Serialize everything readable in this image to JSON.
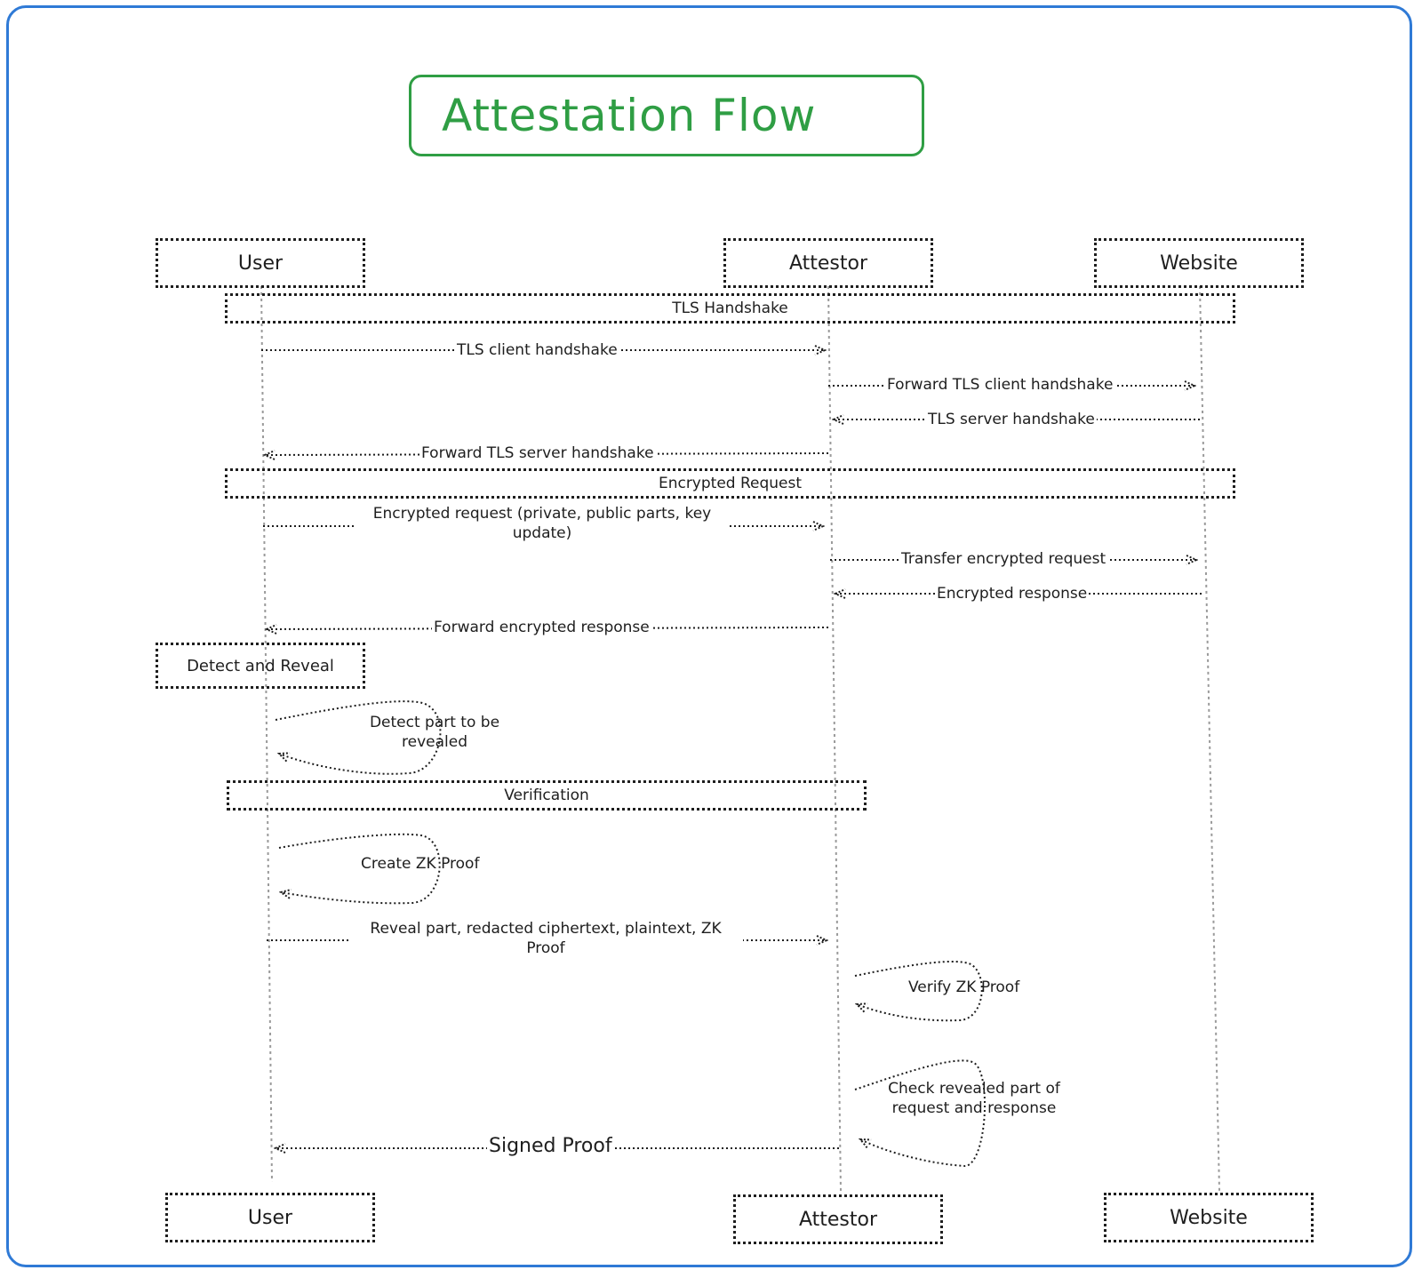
{
  "title": "Attestation Flow",
  "actors": {
    "user": "User",
    "attestor": "Attestor",
    "website": "Website"
  },
  "frames": {
    "tls_handshake": "TLS Handshake",
    "encrypted_request": "Encrypted Request",
    "verification": "Verification"
  },
  "notes": {
    "detect_and_reveal": "Detect and Reveal"
  },
  "messages": {
    "tls_client_handshake": "TLS client handshake",
    "forward_tls_client_handshake": "Forward TLS client handshake",
    "tls_server_handshake": "TLS server handshake",
    "forward_tls_server_handshake": "Forward TLS server handshake",
    "encrypted_request": "Encrypted request (private, public parts, key update)",
    "transfer_encrypted_request": "Transfer encrypted request",
    "encrypted_response": "Encrypted response",
    "forward_encrypted_response": "Forward encrypted response",
    "detect_part": "Detect part to be revealed",
    "create_zk_proof": "Create ZK Proof",
    "reveal_part": "Reveal part, redacted ciphertext, plaintext, ZK Proof",
    "verify_zk_proof": "Verify ZK Proof",
    "check_revealed": "Check revealed part of request and response",
    "signed_proof": "Signed Proof"
  },
  "colors": {
    "frame_border": "#2f7ad6",
    "title": "#2f9e44",
    "ink": "#1e1e1e",
    "lifeline": "#9a9a9a"
  }
}
